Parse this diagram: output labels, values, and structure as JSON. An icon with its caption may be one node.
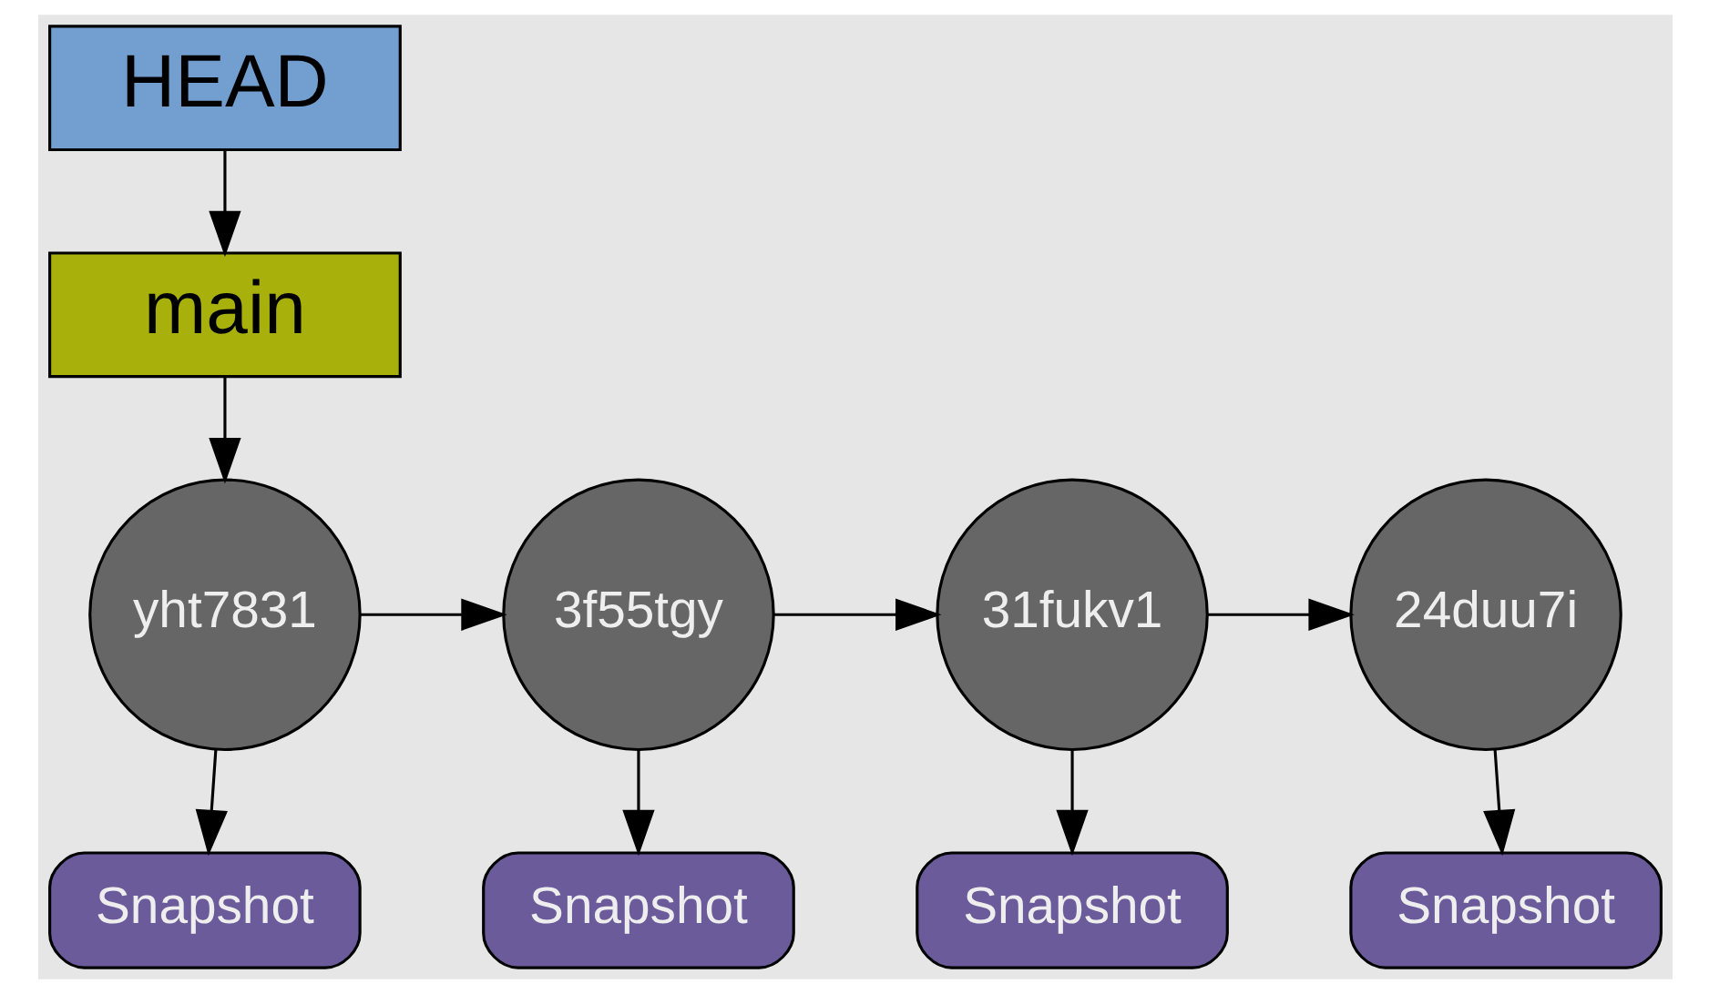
{
  "diagram": {
    "nodes": [
      {
        "text": [
          "HEAD"
        ]
      },
      {
        "text": [
          "main"
        ]
      },
      {
        "text": [
          "24duu7i"
        ]
      },
      {
        "text": [
          "31fukv1"
        ]
      },
      {
        "text": [
          "3f55tgy"
        ]
      },
      {
        "text": [
          "yht7831"
        ]
      },
      {
        "text": [
          "Snapshot"
        ]
      },
      {
        "text": [
          "Snapshot"
        ]
      },
      {
        "text": [
          "Snapshot"
        ]
      },
      {
        "text": [
          "Snapshot"
        ]
      }
    ],
    "edges": [
      {
        "from": 0,
        "to": 1,
        "arrow": "to"
      },
      {
        "from": 1,
        "to": 5,
        "arrow": "to"
      },
      {
        "from": 5,
        "to": 4,
        "arrow": "to"
      },
      {
        "from": 4,
        "to": 3,
        "arrow": "to"
      },
      {
        "from": 3,
        "to": 2,
        "arrow": "to"
      },
      {
        "from": 2,
        "to": 6,
        "arrow": "to"
      },
      {
        "from": 3,
        "to": 7,
        "arrow": "to"
      },
      {
        "from": 4,
        "to": 8,
        "arrow": "to"
      },
      {
        "from": 5,
        "to": 9,
        "arrow": "to"
      }
    ]
  }
}
